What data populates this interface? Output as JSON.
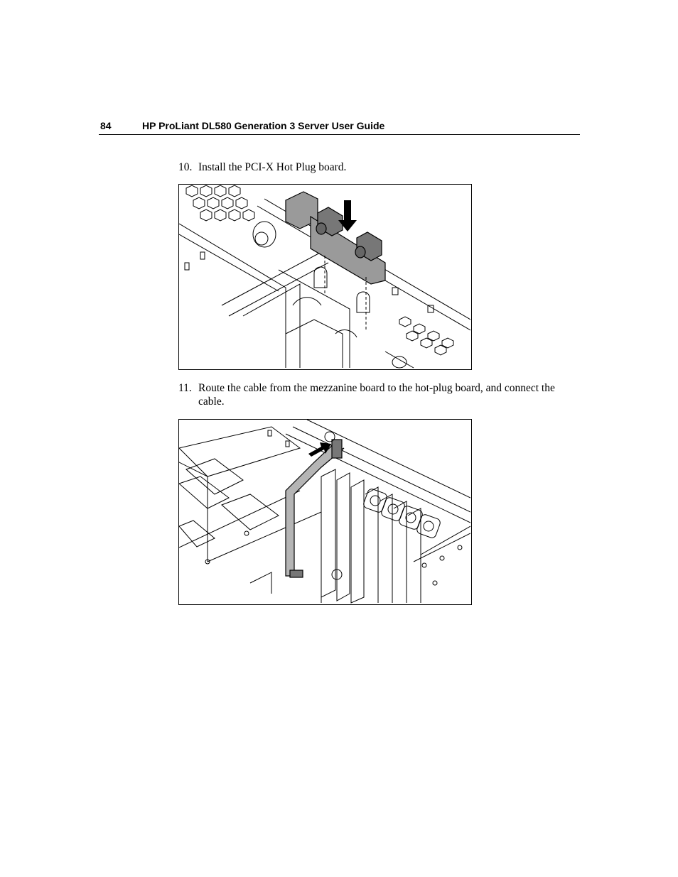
{
  "header": {
    "page_number": "84",
    "title": "HP ProLiant DL580 Generation 3 Server User Guide"
  },
  "steps": [
    {
      "number": "10.",
      "text": "Install the PCI-X Hot Plug board."
    },
    {
      "number": "11.",
      "text": "Route the cable from the mezzanine board to the hot-plug board, and connect the cable."
    }
  ],
  "figures": [
    {
      "name": "install-pci-x-hot-plug-board-illustration"
    },
    {
      "name": "route-cable-to-hot-plug-board-illustration"
    }
  ]
}
